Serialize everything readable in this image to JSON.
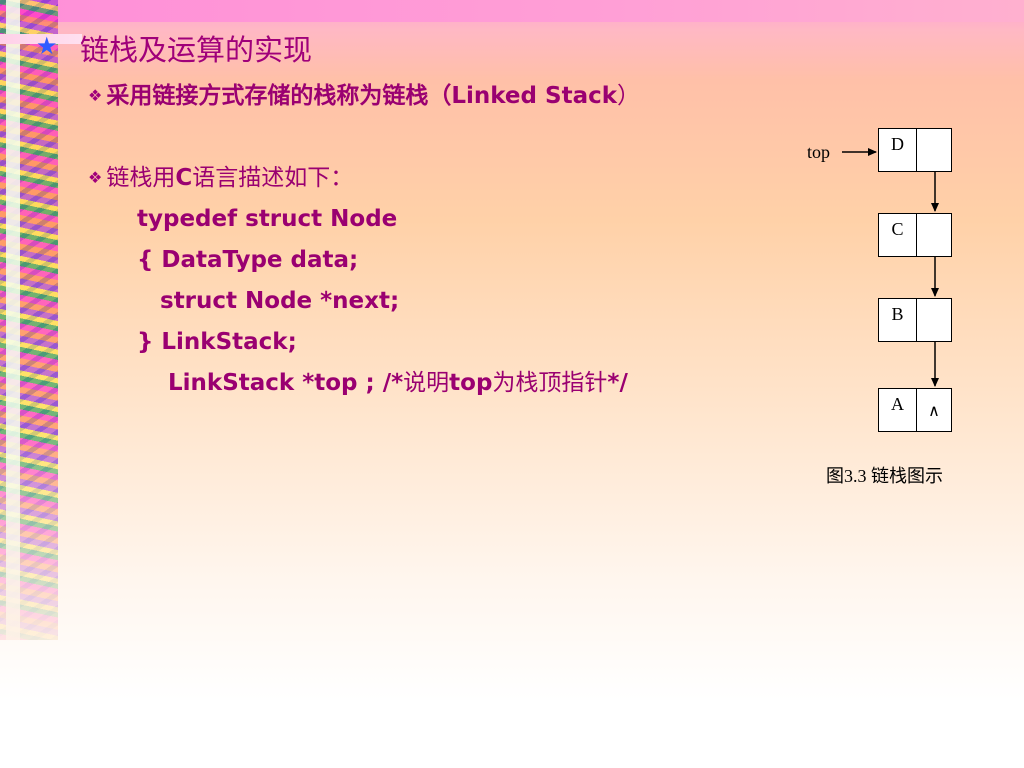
{
  "slide": {
    "title": "链栈及运算的实现",
    "bullet_symbol": "❖",
    "star_symbol": "★",
    "line1": {
      "zh": "采用链接方式存储的栈称为链栈（",
      "en": "Linked Stack",
      "close": "）"
    },
    "line2": {
      "zh_a": "链栈用",
      "c": "C",
      "zh_b": "语言描述如下："
    },
    "code": {
      "l1": "typedef  struct Node",
      "l2": "{    DataType data;",
      "l3": "struct Node *next;",
      "l4": "} LinkStack;",
      "l5_a": "LinkStack  *top ;  /*",
      "l5_zh_a": "说明",
      "l5_b": "top",
      "l5_zh_b": "为栈顶指针",
      "l5_c": "*/"
    }
  },
  "diagram": {
    "top_label": "top",
    "nodes": [
      {
        "data": "D",
        "next": ""
      },
      {
        "data": "C",
        "next": ""
      },
      {
        "data": "B",
        "next": ""
      },
      {
        "data": "A",
        "next": "∧"
      }
    ],
    "caption": "图3.3  链栈图示"
  },
  "colors": {
    "text": "#9a0071",
    "star": "#2f5bff"
  }
}
